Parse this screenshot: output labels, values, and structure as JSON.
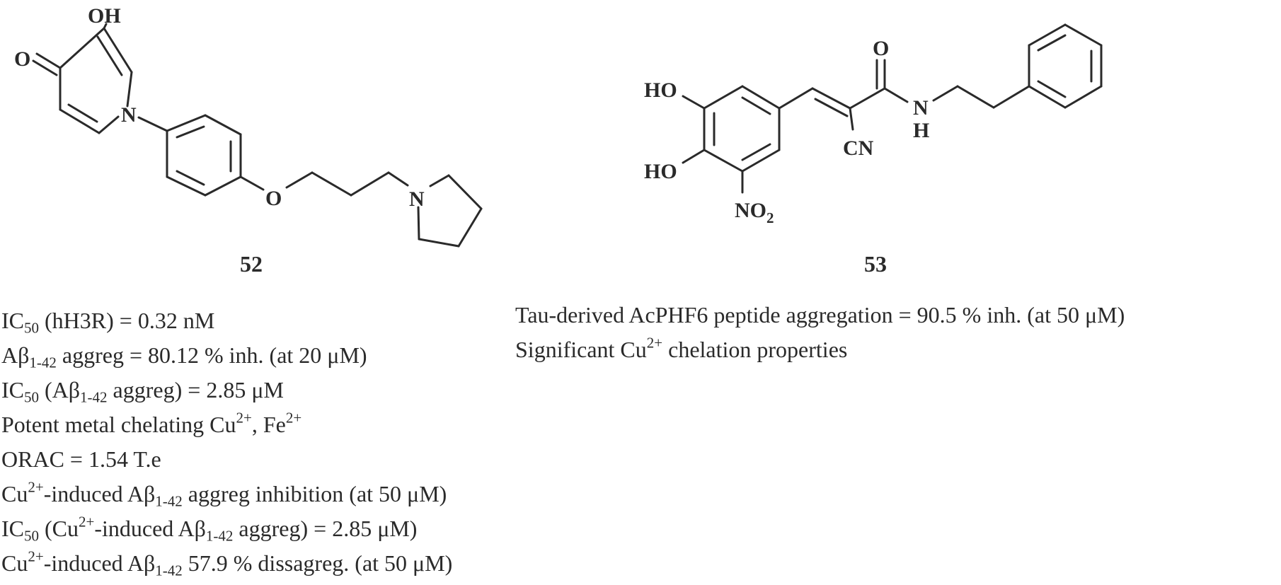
{
  "compound_52": {
    "label": "52",
    "atoms": {
      "oh": "OH",
      "o_keto": "O",
      "n_pyridinone": "N",
      "o_ether": "O",
      "n_pyrrolidine": "N"
    },
    "properties": [
      [
        "IC",
        "50",
        " (hH3R) = 0.32 nM"
      ],
      [
        "Aβ",
        "1-42",
        " aggreg = 80.12 % inh. (at 20 μM)"
      ],
      [
        "IC",
        "50",
        " (Aβ",
        "1-42",
        " aggreg) = 2.85 μM"
      ],
      [
        "Potent metal chelating Cu",
        "2+",
        ", Fe",
        "2+",
        ""
      ],
      [
        "ORAC = 1.54 T.e"
      ],
      [
        "Cu",
        "2+",
        "-induced Aβ",
        "1-42",
        " aggreg inhibition (at 50 μM)"
      ],
      [
        "IC",
        "50",
        " (Cu",
        "2+",
        "-induced Aβ",
        "1-42",
        " aggreg) = 2.85 μM)"
      ],
      [
        "Cu",
        "2+",
        "-induced Aβ",
        "1-42",
        " 57.9 % dissagreg. (at 50 μM)"
      ]
    ],
    "property_markup": [
      [
        "t",
        "sub",
        "t"
      ],
      [
        "t",
        "sub",
        "t"
      ],
      [
        "t",
        "sub",
        "t",
        "sub",
        "t"
      ],
      [
        "t",
        "sup",
        "t",
        "sup",
        "t"
      ],
      [
        "t"
      ],
      [
        "t",
        "sup",
        "t",
        "sub",
        "t"
      ],
      [
        "t",
        "sub",
        "t",
        "sup",
        "t",
        "sub",
        "t"
      ],
      [
        "t",
        "sup",
        "t",
        "sub",
        "t"
      ]
    ]
  },
  "compound_53": {
    "label": "53",
    "atoms": {
      "ho_top": "HO",
      "ho_bottom": "HO",
      "no2": "NO",
      "no2_sub": "2",
      "cn": "CN",
      "o_amide": "O",
      "n_amide": "N",
      "h_amide": "H"
    },
    "properties": [
      [
        "Tau-derived AcPHF6 peptide aggregation = 90.5 % inh. (at 50 μM)"
      ],
      [
        "Significant Cu",
        "2+",
        " chelation properties"
      ]
    ],
    "property_markup": [
      [
        "t"
      ],
      [
        "t",
        "sup",
        "t"
      ]
    ]
  }
}
